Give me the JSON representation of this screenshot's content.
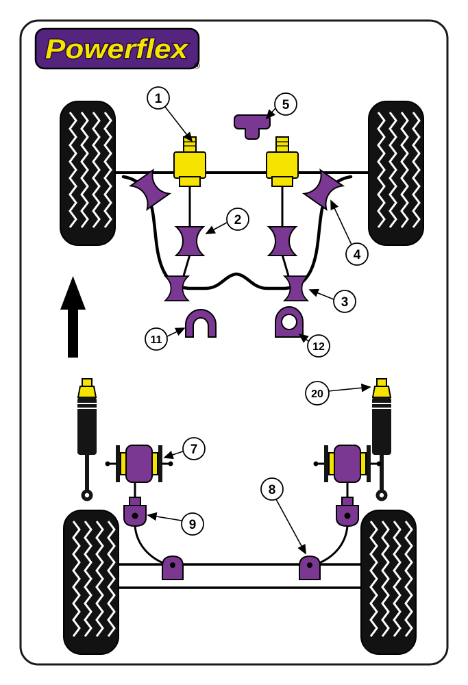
{
  "logo": {
    "text": "Powerflex",
    "registered": "®"
  },
  "colors": {
    "purple": "#7b3892",
    "yellow": "#f5e400",
    "logo_purple": "#55247f",
    "line": "#141414"
  },
  "callouts": {
    "c1": "1",
    "c2": "2",
    "c3": "3",
    "c4": "4",
    "c5": "5",
    "c7": "7",
    "c8": "8",
    "c9": "9",
    "c11": "11",
    "c12": "12",
    "c20": "20"
  }
}
